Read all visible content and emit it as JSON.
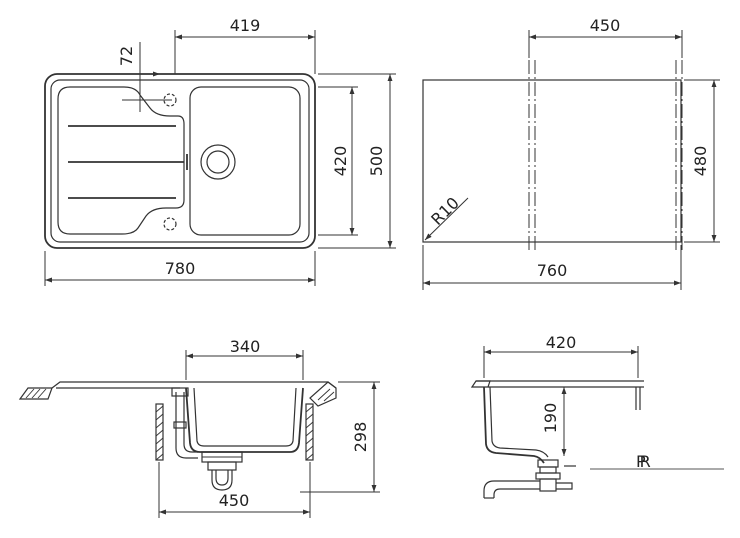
{
  "top_view": {
    "width_label": "780",
    "bowl_width_label": "419",
    "drain_offset_label": "72",
    "bowl_height_label": "420",
    "height_label": "500"
  },
  "cutout_view": {
    "width_label": "760",
    "clip_span_label": "450",
    "height_label": "480",
    "radius_label": "R10"
  },
  "side_view": {
    "bowl_width_label": "340",
    "cabinet_width_label": "450",
    "depth_label": "298"
  },
  "section_view": {
    "bowl_width_label": "420",
    "bowl_depth_label": "190"
  },
  "logo": {
    "letters": "PR"
  },
  "colors": {
    "line": "#333333",
    "logo": "#333a4a"
  }
}
